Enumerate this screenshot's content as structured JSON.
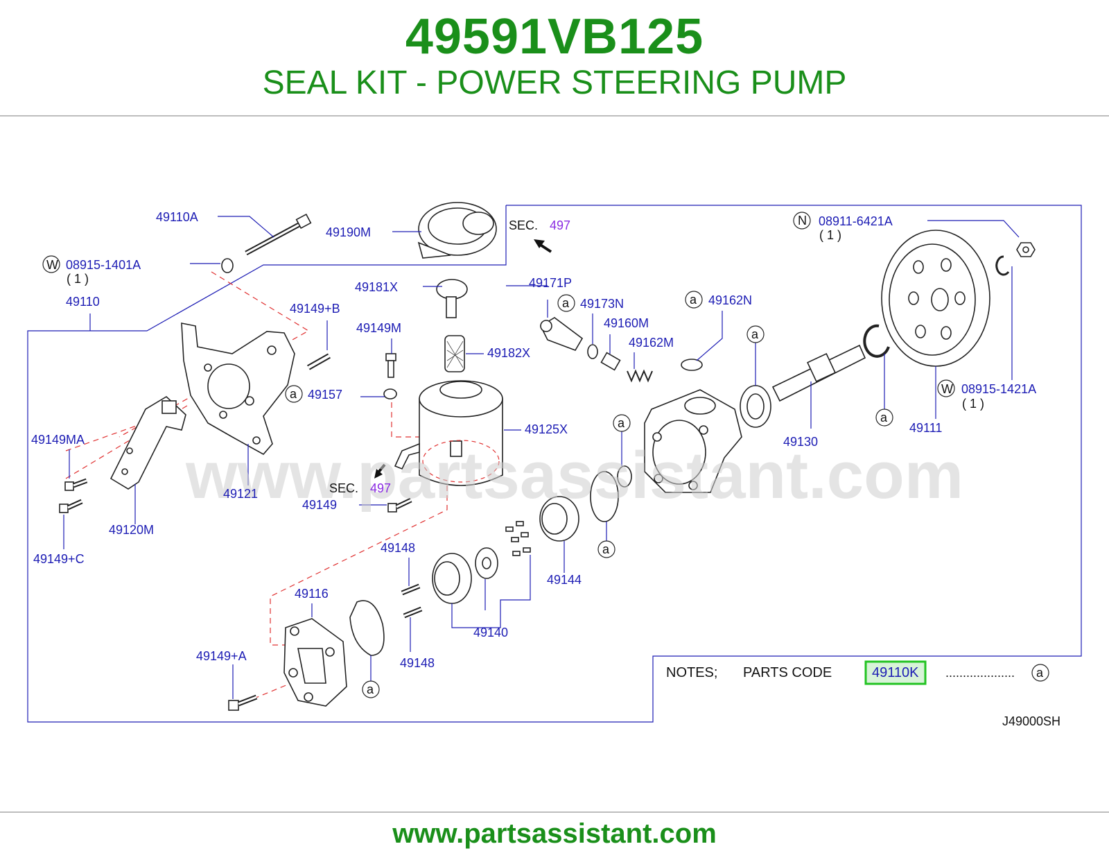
{
  "header": {
    "part_number": "49591VB125",
    "description": "SEAL KIT - POWER STEERING PUMP"
  },
  "watermark": "www.partsassistant.com",
  "footer": {
    "url": "www.partsassistant.com"
  },
  "diagram": {
    "code": "J49000SH",
    "labels": {
      "l49110A": "49110A",
      "l49190M": "49190M",
      "sec1": "SEC.",
      "sec1_num": "497",
      "w1_letter": "W",
      "l08915_1401A": "08915-1401A",
      "qty1": "( 1 )",
      "l49110": "49110",
      "l49149B": "49149+B",
      "l49181X": "49181X",
      "l49149M": "49149M",
      "l49171P": "49171P",
      "a": "a",
      "l49173N": "49173N",
      "l49160M": "49160M",
      "l49162N": "49162N",
      "l49162M": "49162M",
      "n_letter": "N",
      "l08911_6421A": "08911-6421A",
      "qty2": "( 1 )",
      "l49182X": "49182X",
      "l49157": "49157",
      "l49125X": "49125X",
      "l49149MA": "49149MA",
      "l49121": "49121",
      "sec2": "SEC.",
      "sec2_num": "497",
      "l49149": "49149",
      "l49120M": "49120M",
      "l49149C": "49149+C",
      "l49148a": "49148",
      "l49144": "49144",
      "l49116": "49116",
      "l49140": "49140",
      "l49148b": "49148",
      "l49149A": "49149+A",
      "l49130": "49130",
      "l49111": "49111",
      "w2_letter": "W",
      "l08915_1421A": "08915-1421A",
      "qty3": "( 1 )"
    },
    "notes": {
      "notes_label": "NOTES;",
      "parts_code_label": "PARTS  CODE",
      "code": "49110K",
      "dots": "....................",
      "ref": "a"
    },
    "colors": {
      "title_green": "#1a8f1a",
      "label_blue": "#1c1cb4",
      "sec_purple": "#8a2be2",
      "dashed_red": "#e03030",
      "highlight_green": "#22c322"
    }
  }
}
